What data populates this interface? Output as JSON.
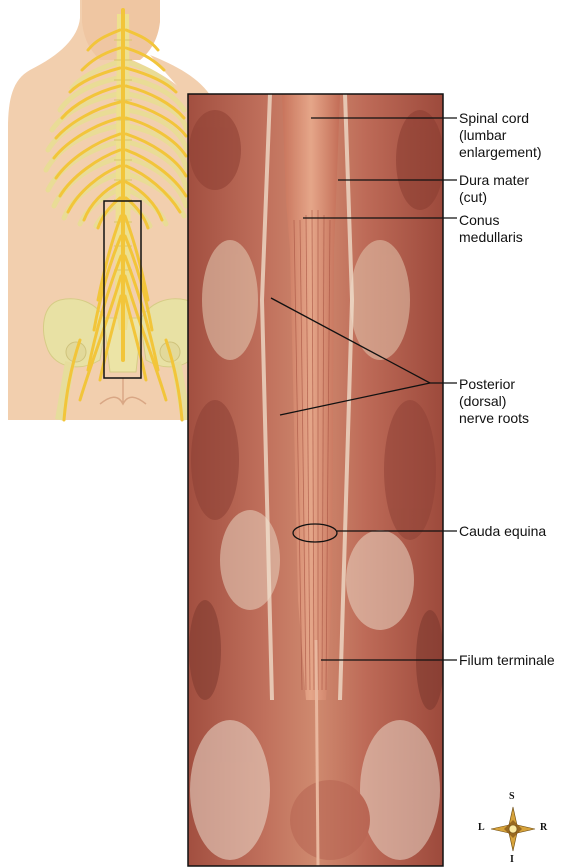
{
  "labels": {
    "spinal_cord": [
      "Spinal cord",
      "(lumbar",
      "enlargement)"
    ],
    "dura_mater": [
      "Dura mater",
      "(cut)"
    ],
    "conus": [
      "Conus",
      "medullaris"
    ],
    "posterior_roots": [
      "Posterior",
      "(dorsal)",
      "nerve roots"
    ],
    "cauda_equina": [
      "Cauda equina"
    ],
    "filum_terminale": [
      "Filum terminale"
    ]
  },
  "compass": {
    "superior": "S",
    "inferior": "I",
    "left": "L",
    "right": "R"
  },
  "colors": {
    "skin": "#f2cfae",
    "skeleton": "#efe39a",
    "nerves": "#f2c53a",
    "tissue": "#b85e4c",
    "cord": "#d9876a"
  }
}
